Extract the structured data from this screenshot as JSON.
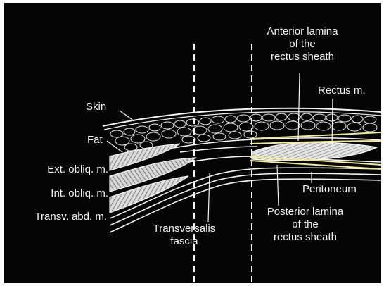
{
  "labels": {
    "skin": "Skin",
    "fat": "Fat",
    "ext_obliq": "Ext. obliq. m.",
    "int_obliq": "Int. obliq. m.",
    "transv_abd": "Transv. abd. m.",
    "anterior_lamina": [
      "Anterior lamina",
      "of the",
      "rectus sheath"
    ],
    "rectus": "Rectus m.",
    "peritoneum": "Peritoneum",
    "transversalis": [
      "Transversalis",
      "fascia"
    ],
    "posterior_lamina": [
      "Posterior lamina",
      "of the",
      "rectus sheath"
    ]
  },
  "colors": {
    "background": "#050505",
    "line": "#f4f4f4",
    "highlight": "#f2ea8c"
  }
}
